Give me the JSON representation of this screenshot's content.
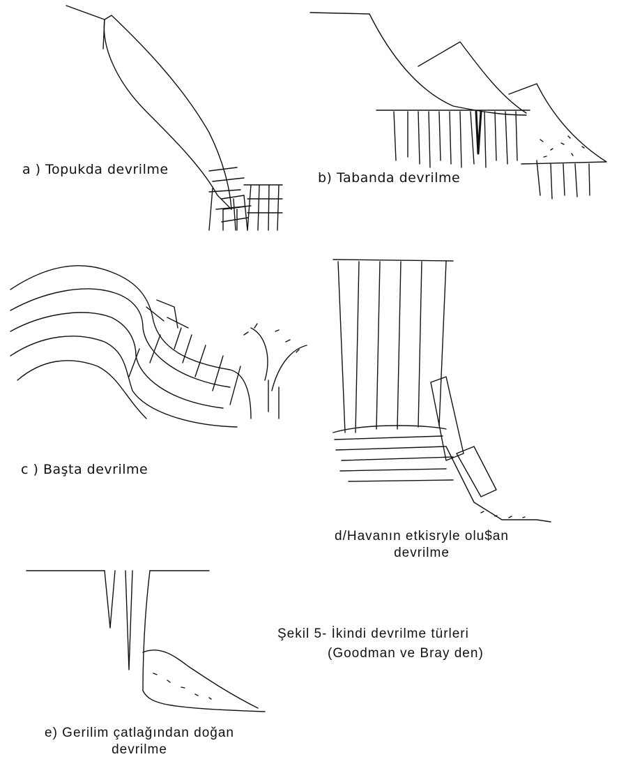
{
  "captions": {
    "a": "a ) Topukda devrilme",
    "b": "b) Tabanda devrilme",
    "c": "c ) Başta devrilme",
    "d_line1": "d/Havanın etkisryle olu$an",
    "d_line2": "devrilme",
    "e_line1": "e) Gerilim çatlağından doğan",
    "e_line2": "devrilme"
  },
  "figure_caption": {
    "line1": "Şekil 5- İkindi devrilme türleri",
    "line2": "(Goodman ve Bray den)"
  }
}
